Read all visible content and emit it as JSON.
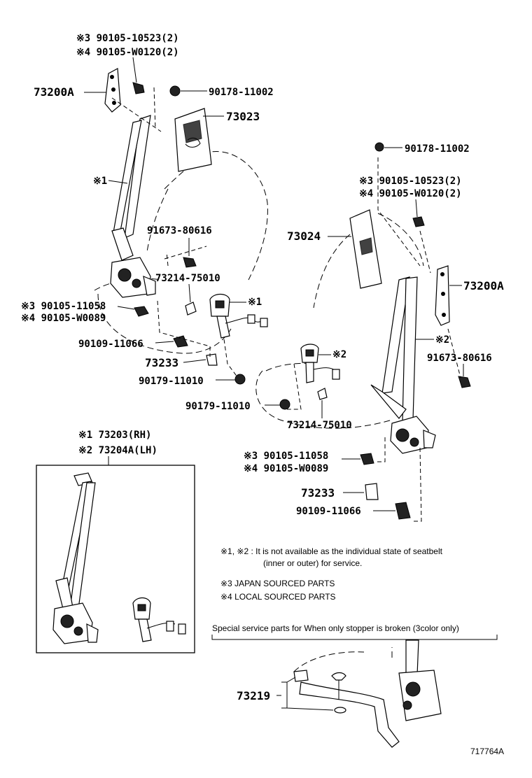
{
  "labels": {
    "lh_top_bolt_jp": "※3 90105-10523(2)",
    "lh_top_bolt_local": "※4 90105-W0120(2)",
    "lh_anchor": "73200A",
    "lh_top_nut": "90178-11002",
    "lh_cover": "73023",
    "lh_belt_mark": "※1",
    "lh_bolt_mid": "91673-80616",
    "lh_buckle_bolt": "73214-75010",
    "lh_buckle_mark": "※1",
    "lh_retractor_bolt_jp": "※3 90105-11058",
    "lh_retractor_bolt_local": "※4 90105-W0089",
    "lh_bolt_low": "90109-11066",
    "lh_cap": "73233",
    "lh_nut_low": "90179-11010",
    "rh_top_nut": "90178-11002",
    "rh_top_bolt_jp": "※3 90105-10523(2)",
    "rh_top_bolt_local": "※4 90105-W0120(2)",
    "rh_cover": "73024",
    "rh_anchor": "73200A",
    "rh_belt_mark": "※2",
    "rh_bolt_mid": "91673-80616",
    "rh_buckle_mark": "※2",
    "rh_nut_low": "90179-11010",
    "rh_buckle_bolt": "73214-75010",
    "rh_retractor_bolt_jp": "※3 90105-11058",
    "rh_retractor_bolt_local": "※4 90105-W0089",
    "rh_cap": "73233",
    "rh_bolt_low": "90109-11066",
    "assy_rh": "※1 73203(RH)",
    "assy_lh": "※2 73204A(LH)",
    "stopper_part": "73219",
    "diagram_id": "717764A"
  },
  "notes": {
    "line1": "※1, ※2 : It is not available as the individual state of seatbelt",
    "line2": "(inner or outer) for service.",
    "line3": "※3 JAPAN SOURCED PARTS",
    "line4": "※4 LOCAL SOURCED PARTS",
    "special": "Special service parts for When only stopper is broken (3color only)"
  }
}
